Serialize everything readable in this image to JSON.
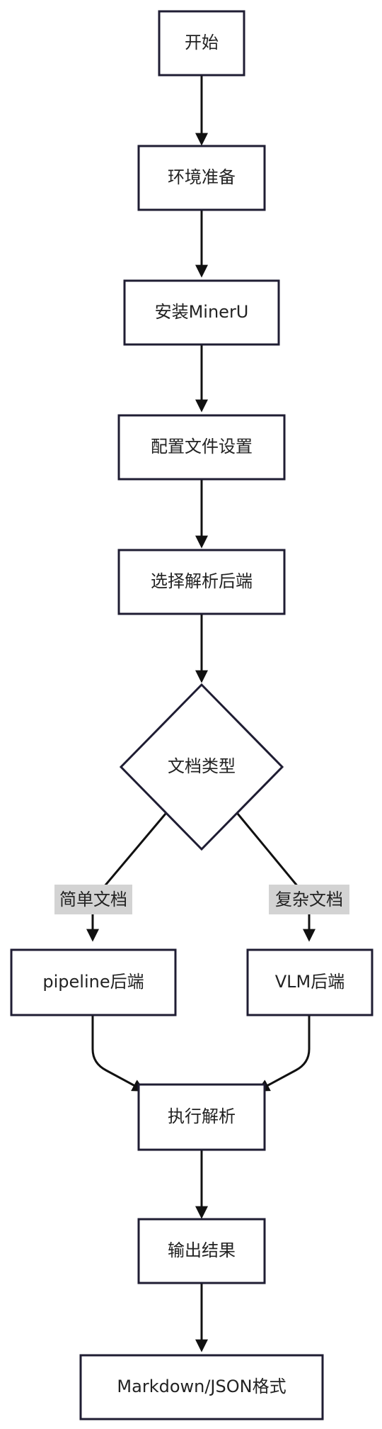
{
  "flowchart": {
    "nodes": {
      "start": "开始",
      "env": "环境准备",
      "install": "安装MinerU",
      "config": "配置文件设置",
      "backend": "选择解析后端",
      "doctype": "文档类型",
      "pipeline": "pipeline后端",
      "vlm": "VLM后端",
      "exec": "执行解析",
      "output": "输出结果",
      "format": "Markdown/JSON格式"
    },
    "edge_labels": {
      "simple": "简单文档",
      "complex": "复杂文档"
    }
  },
  "colors": {
    "node_border": "#1f1d33",
    "edge": "#111111",
    "label_bg": "#d3d3d3",
    "text": "#222222"
  }
}
